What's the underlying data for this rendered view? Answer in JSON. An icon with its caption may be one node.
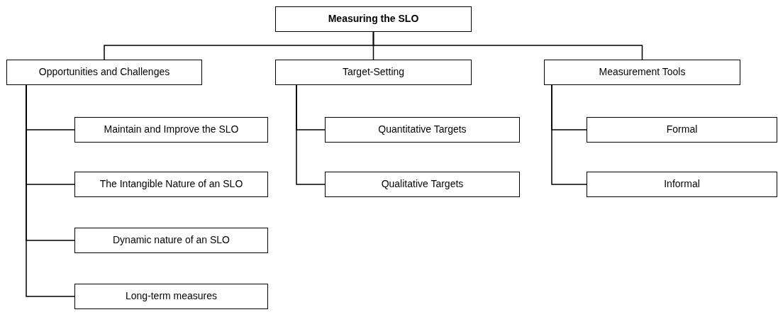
{
  "diagram": {
    "nodes": [
      {
        "text": [
          "Measuring the SLO"
        ]
      },
      {
        "text": [
          "Opportunities and Challenges"
        ]
      },
      {
        "text": [
          "Target-Setting"
        ]
      },
      {
        "text": [
          "Measurement Tools"
        ]
      },
      {
        "text": [
          "Maintain and Improve the SLO"
        ]
      },
      {
        "text": [
          "The Intangible Nature of an SLO"
        ]
      },
      {
        "text": [
          "Dynamic nature of an SLO"
        ]
      },
      {
        "text": [
          "Long-term measures"
        ]
      },
      {
        "text": [
          "Quantitative Targets"
        ]
      },
      {
        "text": [
          "Qualitative Targets"
        ]
      },
      {
        "text": [
          "Formal"
        ]
      },
      {
        "text": [
          "Informal"
        ]
      }
    ],
    "edges": [
      {
        "from": 0,
        "to": 1,
        "arrow": "none"
      },
      {
        "from": 0,
        "to": 2,
        "arrow": "none"
      },
      {
        "from": 0,
        "to": 3,
        "arrow": "none"
      },
      {
        "from": 1,
        "to": 4,
        "arrow": "none"
      },
      {
        "from": 1,
        "to": 5,
        "arrow": "none"
      },
      {
        "from": 1,
        "to": 6,
        "arrow": "none"
      },
      {
        "from": 1,
        "to": 7,
        "arrow": "none"
      },
      {
        "from": 2,
        "to": 8,
        "arrow": "none"
      },
      {
        "from": 2,
        "to": 9,
        "arrow": "none"
      },
      {
        "from": 3,
        "to": 10,
        "arrow": "none"
      },
      {
        "from": 3,
        "to": 11,
        "arrow": "none"
      }
    ]
  }
}
